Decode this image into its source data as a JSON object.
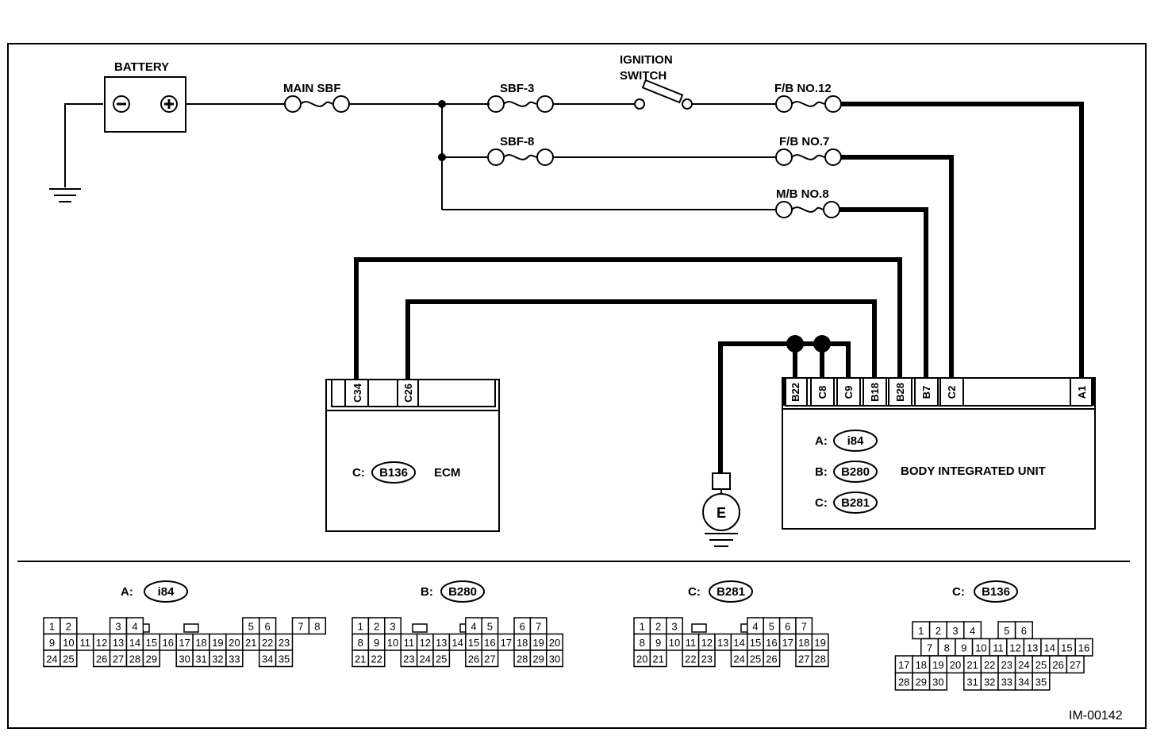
{
  "labels": {
    "battery": "BATTERY",
    "main_sbf": "MAIN SBF",
    "sbf3": "SBF-3",
    "sbf8": "SBF-8",
    "ignition_line1": "IGNITION",
    "ignition_line2": "SWITCH",
    "fb12": "F/B NO.12",
    "fb7": "F/B NO.7",
    "mb8": "M/B NO.8",
    "ecm": "ECM",
    "biu": "BODY INTEGRATED UNIT",
    "ground": "E",
    "minus": "−",
    "plus": "+",
    "figure_id": "IM-00142"
  },
  "ecm_pins": [
    "C34",
    "C26"
  ],
  "ecm_connector": {
    "prefix": "C:",
    "name": "B136"
  },
  "biu_pins": [
    "B22",
    "C8",
    "C9",
    "B18",
    "B28",
    "B7",
    "C2",
    "A1"
  ],
  "biu_connectors": [
    {
      "prefix": "A:",
      "name": "i84"
    },
    {
      "prefix": "B:",
      "name": "B280"
    },
    {
      "prefix": "C:",
      "name": "B281"
    }
  ],
  "connectors": [
    {
      "prefix": "A:",
      "name": "i84",
      "rows": [
        [
          "1",
          "2",
          "",
          "",
          "3",
          "4",
          "",
          "",
          "",
          "",
          "",
          "",
          "5",
          "6",
          "",
          "7",
          "8"
        ],
        [
          "9",
          "10",
          "11",
          "12",
          "13",
          "14",
          "15",
          "16",
          "17",
          "18",
          "19",
          "20",
          "21",
          "22",
          "23"
        ],
        [
          "24",
          "25",
          "",
          "26",
          "27",
          "28",
          "29",
          "",
          "30",
          "31",
          "32",
          "33",
          "",
          "34",
          "35"
        ]
      ]
    },
    {
      "prefix": "B:",
      "name": "B280",
      "rows": [
        [
          "1",
          "2",
          "3",
          "",
          "",
          "",
          "",
          "4",
          "5",
          "",
          "6",
          "7"
        ],
        [
          "8",
          "9",
          "10",
          "11",
          "12",
          "13",
          "14",
          "15",
          "16",
          "17",
          "18",
          "19",
          "20"
        ],
        [
          "21",
          "22",
          "",
          "23",
          "24",
          "25",
          "",
          "26",
          "27",
          "",
          "28",
          "29",
          "30"
        ]
      ]
    },
    {
      "prefix": "C:",
      "name": "B281",
      "rows": [
        [
          "1",
          "2",
          "3",
          "",
          "",
          "",
          "",
          "4",
          "5",
          "6",
          "7"
        ],
        [
          "8",
          "9",
          "10",
          "11",
          "12",
          "13",
          "14",
          "15",
          "16",
          "17",
          "18",
          "19"
        ],
        [
          "20",
          "21",
          "",
          "22",
          "23",
          "",
          "24",
          "25",
          "26",
          "",
          "27",
          "28"
        ]
      ]
    },
    {
      "prefix": "C:",
      "name": "B136",
      "rows": [
        [
          "1",
          "2",
          "3",
          "4",
          "",
          "5",
          "6"
        ],
        [
          "7",
          "8",
          "9",
          "10",
          "11",
          "12",
          "13",
          "14",
          "15",
          "16"
        ],
        [
          "17",
          "18",
          "19",
          "20",
          "21",
          "22",
          "23",
          "24",
          "25",
          "26",
          "27"
        ],
        [
          "28",
          "29",
          "30",
          "",
          "31",
          "32",
          "33",
          "34",
          "35"
        ]
      ]
    }
  ]
}
